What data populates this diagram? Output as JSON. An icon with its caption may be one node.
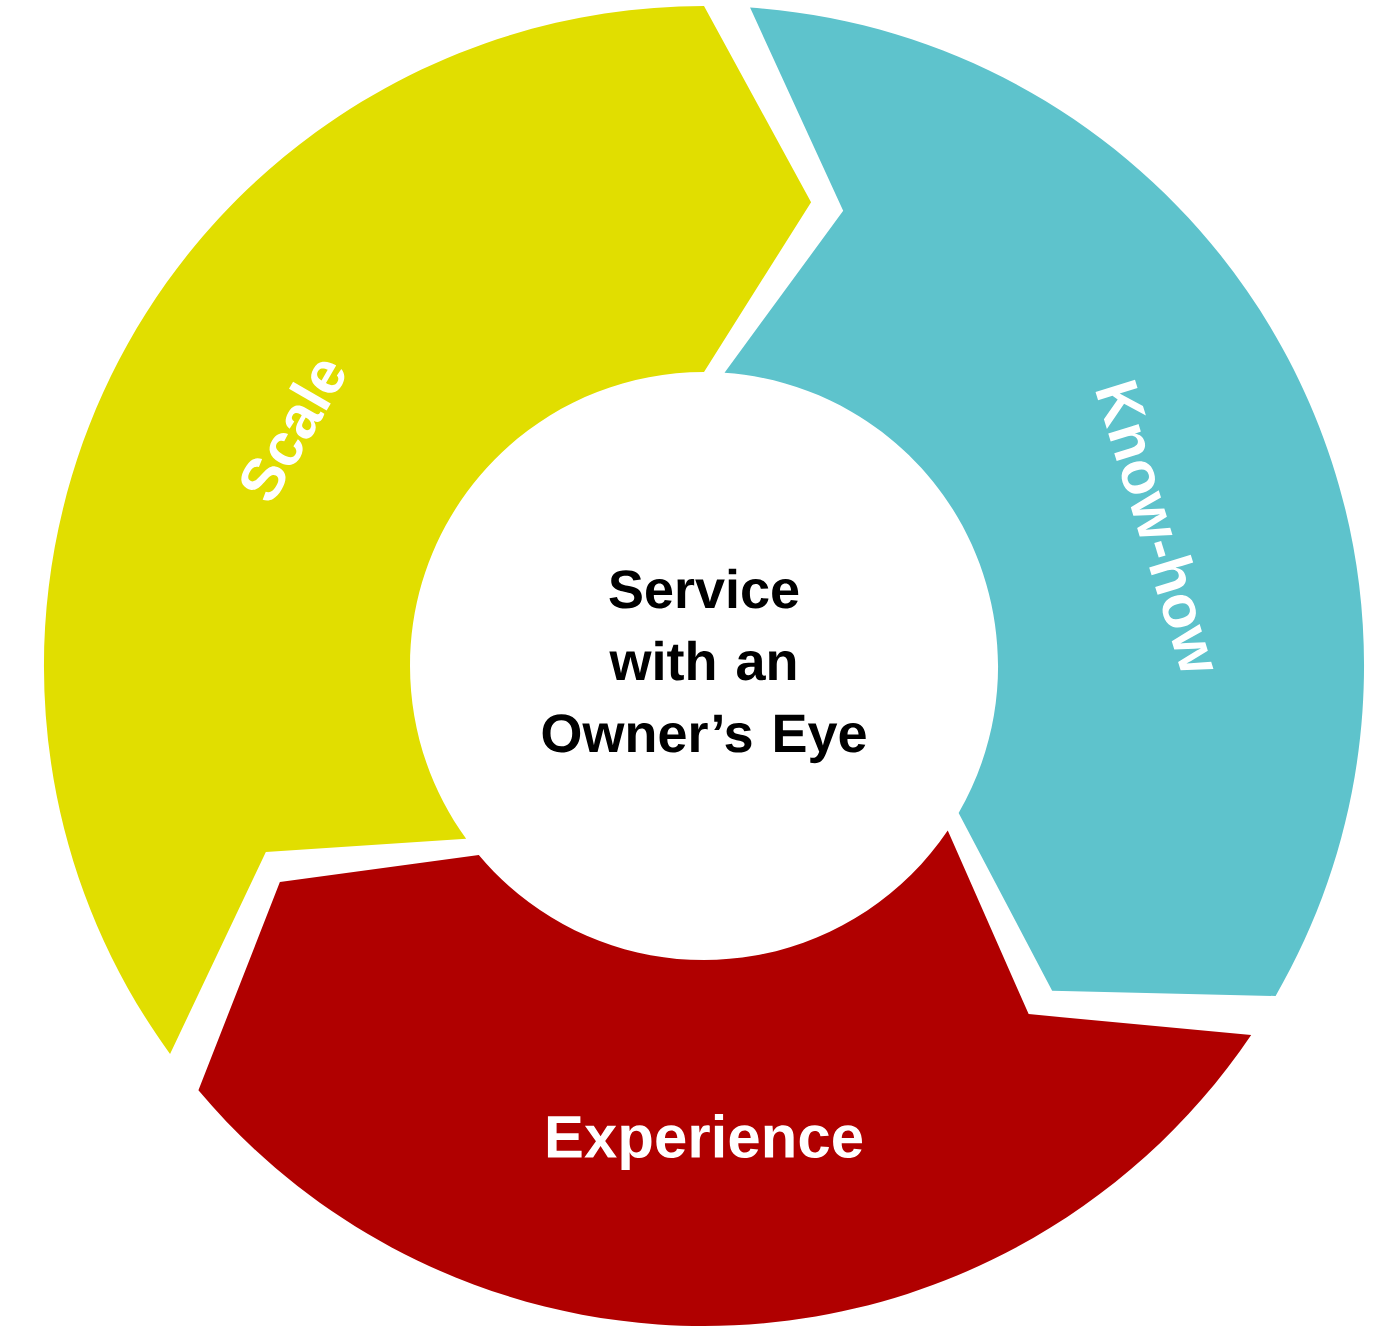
{
  "diagram": {
    "nodes": [
      {
        "text": [
          "Service with an Owner’s Eye"
        ]
      },
      {
        "text": [
          "Scale"
        ]
      },
      {
        "text": [
          "Know-how"
        ]
      },
      {
        "text": [
          "Experience"
        ]
      }
    ]
  }
}
